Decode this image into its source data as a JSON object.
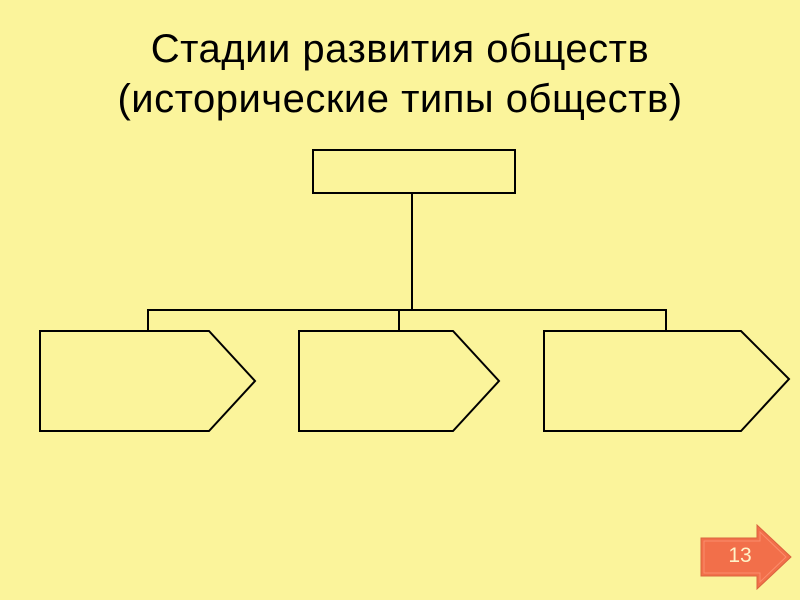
{
  "title": {
    "line1": "Стадии развития обществ",
    "line2": "(исторические типы обществ)"
  },
  "diagram": {
    "root_label": "",
    "stages": [
      {
        "label": ""
      },
      {
        "label": ""
      },
      {
        "label": ""
      }
    ],
    "colors": {
      "background": "#fbf49b",
      "stroke": "#000000"
    }
  },
  "navigation": {
    "page_number": "13",
    "arrow_icon": "right-arrow-icon",
    "arrow_color": "#f26f4a"
  }
}
